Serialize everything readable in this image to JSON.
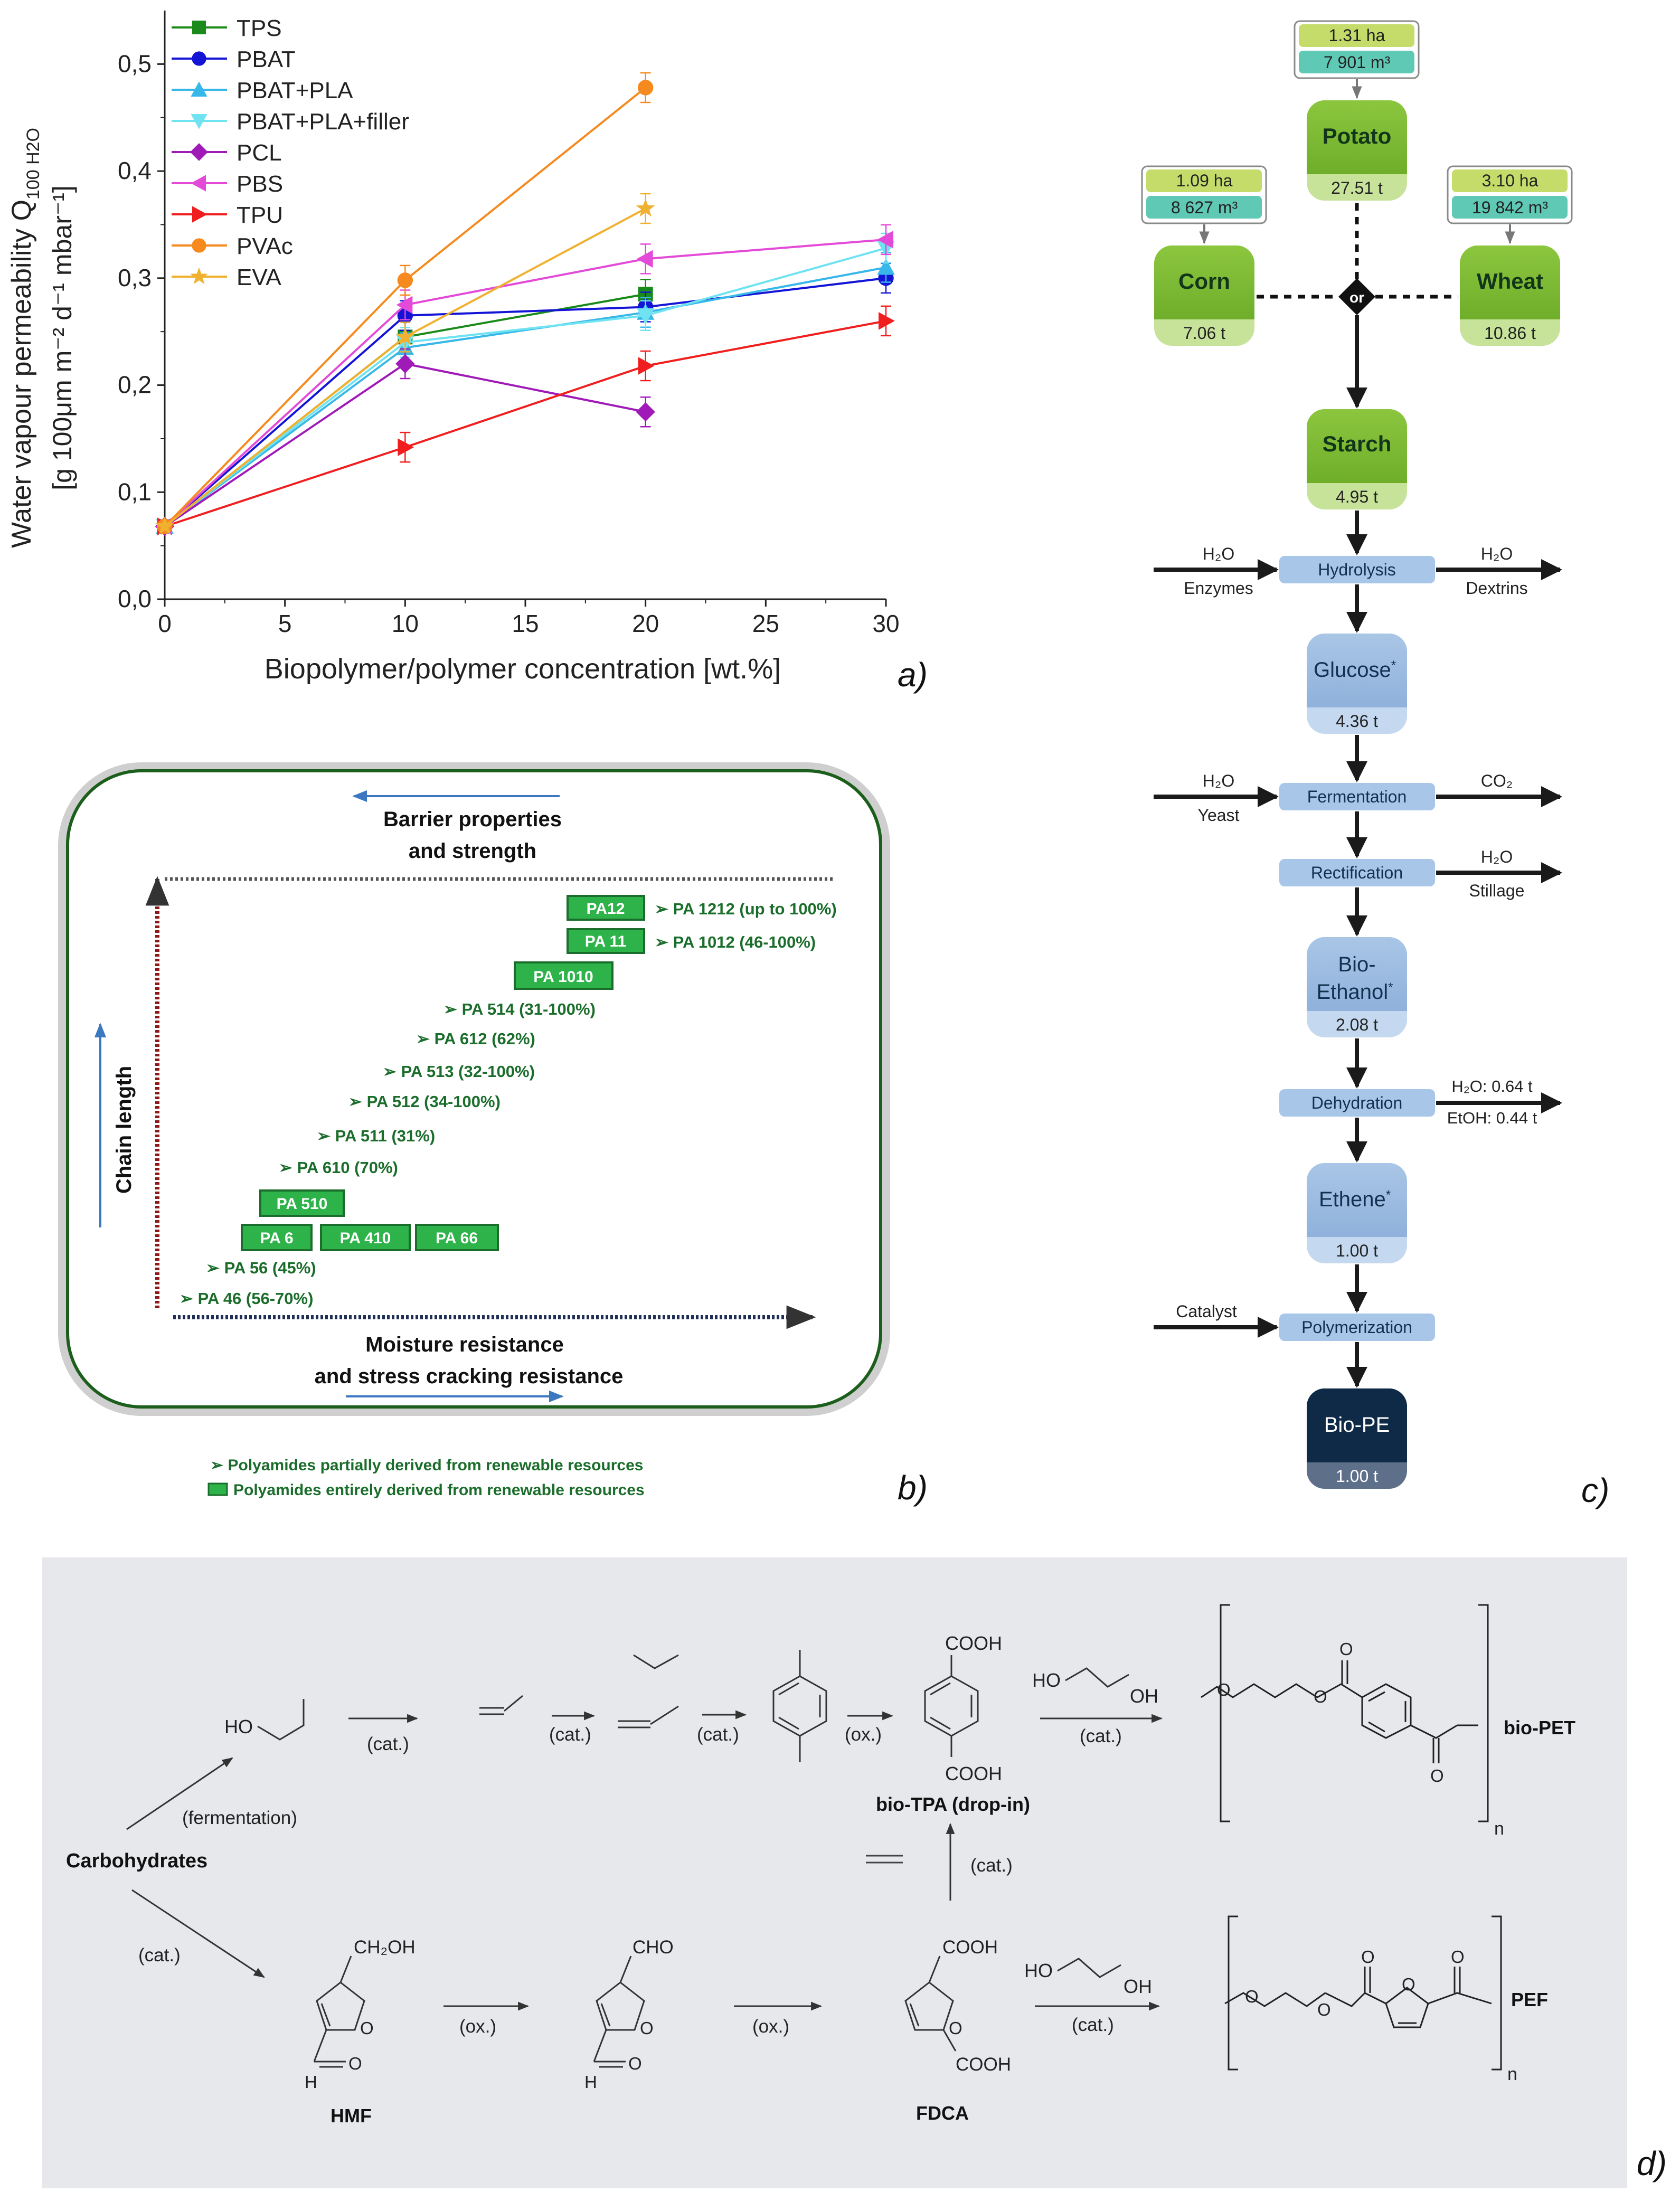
{
  "panel_a": {
    "label": "a)",
    "chart_data": {
      "type": "line",
      "xlabel": "Biopolymer/polymer concentration [wt.%]",
      "ylabel_line1": "Water vapour permeability Q",
      "ylabel_sub": "100 H2O",
      "ylabel_line2": "[g 100μm m⁻² d⁻¹ mbar⁻¹]",
      "xlim": [
        0,
        30
      ],
      "ylim": [
        0,
        0.55
      ],
      "x_ticks": [
        0,
        5,
        10,
        15,
        20,
        25,
        30
      ],
      "x_tick_labels": [
        "0",
        "5",
        "10",
        "15",
        "20",
        "25",
        "30"
      ],
      "y_ticks": [
        0,
        0.1,
        0.2,
        0.3,
        0.4,
        0.5
      ],
      "y_tick_labels": [
        "0,0",
        "0,1",
        "0,2",
        "0,3",
        "0,4",
        "0,5"
      ],
      "legend_position": "top-left",
      "series": [
        {
          "name": "TPS",
          "color": "#1a8a1a",
          "marker": "square",
          "x": [
            0,
            10,
            20
          ],
          "y": [
            0.068,
            0.245,
            0.285
          ]
        },
        {
          "name": "PBAT",
          "color": "#1414d6",
          "marker": "circle",
          "x": [
            0,
            10,
            20,
            30
          ],
          "y": [
            0.068,
            0.265,
            0.273,
            0.3
          ]
        },
        {
          "name": "PBAT+PLA",
          "color": "#38b8e8",
          "marker": "triangle-up",
          "x": [
            0,
            10,
            20,
            30
          ],
          "y": [
            0.068,
            0.235,
            0.268,
            0.31
          ]
        },
        {
          "name": "PBAT+PLA+filler",
          "color": "#6fe3f2",
          "marker": "triangle-down",
          "x": [
            0,
            10,
            20,
            30
          ],
          "y": [
            0.068,
            0.24,
            0.265,
            0.328
          ]
        },
        {
          "name": "PCL",
          "color": "#a01ab8",
          "marker": "diamond",
          "x": [
            0,
            10,
            20
          ],
          "y": [
            0.068,
            0.22,
            0.175
          ]
        },
        {
          "name": "PBS",
          "color": "#e44ad8",
          "marker": "triangle-left",
          "x": [
            0,
            10,
            20,
            30
          ],
          "y": [
            0.068,
            0.275,
            0.318,
            0.336
          ]
        },
        {
          "name": "TPU",
          "color": "#f01e1e",
          "marker": "triangle-right",
          "x": [
            0,
            10,
            20,
            30
          ],
          "y": [
            0.068,
            0.142,
            0.218,
            0.26
          ]
        },
        {
          "name": "PVAc",
          "color": "#f68a1e",
          "marker": "circle",
          "x": [
            0,
            10,
            20
          ],
          "y": [
            0.068,
            0.298,
            0.478
          ]
        },
        {
          "name": "EVA",
          "color": "#f0b030",
          "marker": "star",
          "x": [
            0,
            10,
            20
          ],
          "y": [
            0.068,
            0.245,
            0.365
          ]
        }
      ]
    }
  },
  "panel_b": {
    "label": "b)",
    "top_title": [
      "Barrier properties",
      "and strength"
    ],
    "bottom_title": [
      "Moisture resistance",
      "and stress cracking resistance"
    ],
    "axis_label": "Chain length",
    "boxes": [
      "PA12",
      "PA 11",
      "PA 1010",
      "PA 510",
      "PA 6",
      "PA 410",
      "PA 66"
    ],
    "partial": [
      "PA 1212 (up to 100%)",
      "PA 1012 (46-100%)",
      "PA 514 (31-100%)",
      "PA 612 (62%)",
      "PA 513 (32-100%)",
      "PA 512 (34-100%)",
      "PA 511 (31%)",
      "PA 610 (70%)",
      "PA 56 (45%)",
      "PA 46 (56-70%)"
    ],
    "legend": [
      "Polyamides partially derived from renewable resources",
      "Polyamides entirely derived from renewable resources"
    ]
  },
  "panel_c": {
    "label": "c)",
    "potato": {
      "name": "Potato",
      "value": "27.51 t",
      "area": "1.31 ha",
      "water": "7 901 m³"
    },
    "corn": {
      "name": "Corn",
      "value": "7.06 t",
      "area": "1.09 ha",
      "water": "8 627 m³"
    },
    "wheat": {
      "name": "Wheat",
      "value": "10.86 t",
      "area": "3.10 ha",
      "water": "19 842 m³"
    },
    "or_label": "or",
    "starch": {
      "name": "Starch",
      "value": "4.95 t"
    },
    "hydrolysis": {
      "name": "Hydrolysis",
      "in_top": "H₂O",
      "in_bottom": "Enzymes",
      "out_top": "H₂O",
      "out_bottom": "Dextrins"
    },
    "glucose": {
      "name": "Glucose",
      "mark": "*",
      "value": "4.36 t"
    },
    "fermentation": {
      "name": "Fermentation",
      "in_top": "H₂O",
      "in_bottom": "Yeast",
      "out_top": "CO₂"
    },
    "rectification": {
      "name": "Rectification",
      "out_top": "H₂O",
      "out_bottom": "Stillage"
    },
    "bioethanol": {
      "name_1": "Bio-",
      "name_2": "Ethanol",
      "mark": "*",
      "value": "2.08 t"
    },
    "dehydration": {
      "name": "Dehydration",
      "out_top": "H₂O: 0.64 t",
      "out_bottom": "EtOH: 0.44 t"
    },
    "ethene": {
      "name": "Ethene",
      "mark": "*",
      "value": "1.00 t"
    },
    "polymerization": {
      "name": "Polymerization",
      "in_top": "Catalyst"
    },
    "biope": {
      "name": "Bio-PE",
      "value": "1.00 t"
    }
  },
  "panel_d": {
    "label": "d)",
    "carbohydrates": "Carbohydrates",
    "fermentation": "(fermentation)",
    "cat": "(cat.)",
    "ox": "(ox.)",
    "ho": "HO",
    "oh": "OH",
    "cooh": "COOH",
    "ch2oh": "CH₂OH",
    "cho": "CHO",
    "o": "O",
    "h": "H",
    "n": "n",
    "bio_tpa": "bio-TPA (drop-in)",
    "bio_pet": "bio-PET",
    "hmf": "HMF",
    "fdca": "FDCA",
    "pef": "PEF"
  }
}
